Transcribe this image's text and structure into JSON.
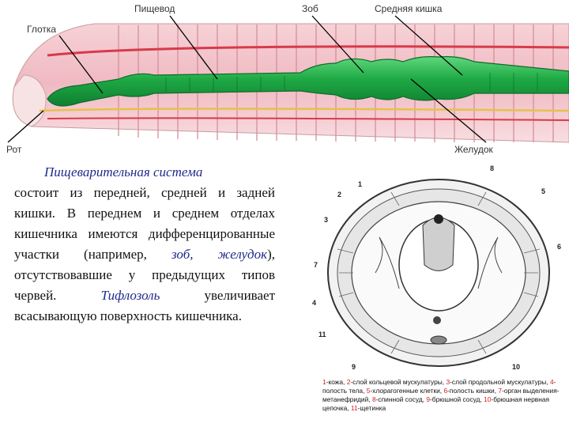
{
  "figure_labels": {
    "pharynx": "Глотка",
    "esophagus": "Пищевод",
    "crop": "Зоб",
    "midgut": "Средняя кишка",
    "mouth": "Рот",
    "gizzard": "Желудок"
  },
  "text": {
    "p1": "Пищеварительная система",
    "p2": "состоит из передней, средней и задней кишки. В переднем и среднем отделах кишечника имеются дифференцированные участки (например, ",
    "p3": "зоб, желудок",
    "p4": "), отсутствовавшие у предыдущих типов червей. ",
    "p5": "Тифлозоль",
    "p6": " увеличивает всасывающую поверхность кишечника."
  },
  "cross_section_numbers": [
    "1",
    "2",
    "3",
    "4",
    "5",
    "6",
    "7",
    "8",
    "9",
    "10",
    "11"
  ],
  "legend": [
    {
      "n": "1",
      "t": "-кожа, "
    },
    {
      "n": "2",
      "t": "-слой кольцевой мускулатуры, "
    },
    {
      "n": "3",
      "t": "-слой продольной мускулатуры, "
    },
    {
      "n": "4",
      "t": "-полость тела, "
    },
    {
      "n": "5",
      "t": "-хлорагогенные клетки, "
    },
    {
      "n": "6",
      "t": "-полость кишки, "
    },
    {
      "n": "7",
      "t": "-орган выделения-метанефридий, "
    },
    {
      "n": "8",
      "t": "-спинной сосуд, "
    },
    {
      "n": "9",
      "t": "-брюшной сосуд, "
    },
    {
      "n": "10",
      "t": "-брюшная нервная цепочка, "
    },
    {
      "n": "11",
      "t": "-щетинка"
    }
  ],
  "colors": {
    "gut": "#22b14c",
    "body": "#f3c8cf",
    "text_accent": "#1f2a8c",
    "legend_number": "#d4201e"
  }
}
